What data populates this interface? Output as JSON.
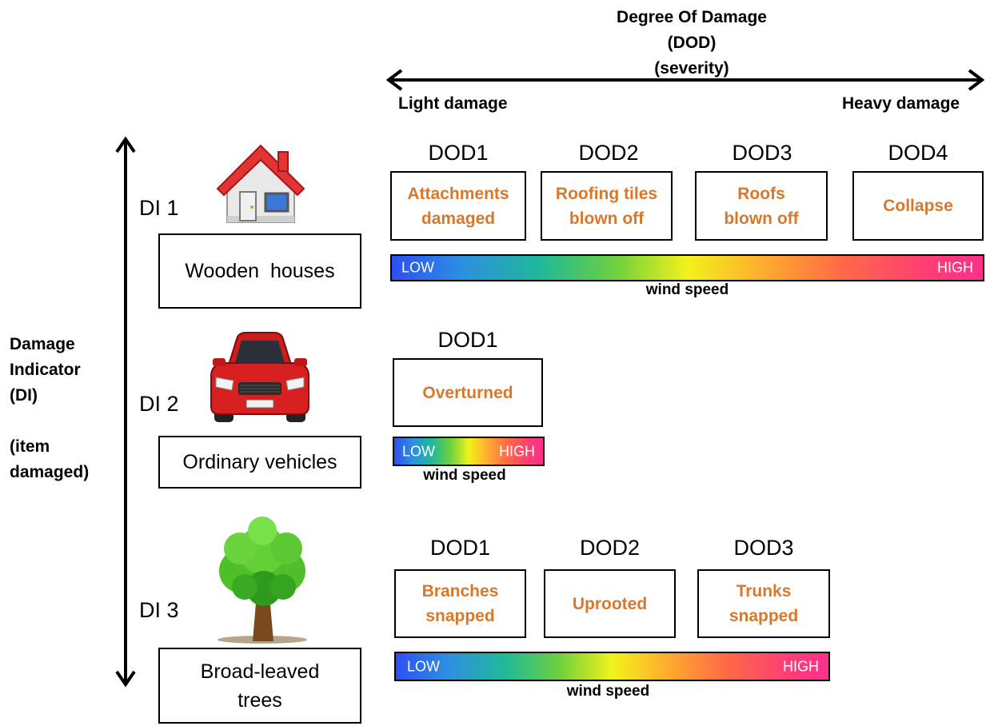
{
  "header": {
    "title_lines": [
      "Degree Of Damage",
      "(DOD)",
      "(severity)"
    ],
    "light_label": "Light damage",
    "heavy_label": "Heavy damage"
  },
  "axis": {
    "di_title_lines": [
      "Damage",
      "Indicator",
      "(DI)",
      "",
      "(item",
      "damaged)"
    ]
  },
  "rows": [
    {
      "di_label": "DI 1",
      "icon": "house-icon",
      "item_name": "Wooden  houses",
      "dods": [
        {
          "label": "DOD1",
          "desc": [
            "Attachments",
            "damaged"
          ]
        },
        {
          "label": "DOD2",
          "desc": [
            "Roofing tiles",
            "blown off"
          ]
        },
        {
          "label": "DOD3",
          "desc": [
            "Roofs",
            "blown off"
          ]
        },
        {
          "label": "DOD4",
          "desc": [
            "Collapse"
          ]
        }
      ],
      "bar": {
        "low": "LOW",
        "high": "HIGH",
        "caption": "wind speed"
      }
    },
    {
      "di_label": "DI 2",
      "icon": "car-icon",
      "item_name": "Ordinary vehicles",
      "dods": [
        {
          "label": "DOD1",
          "desc": [
            "Overturned"
          ]
        }
      ],
      "bar": {
        "low": "LOW",
        "high": "HIGH",
        "caption": "wind speed"
      }
    },
    {
      "di_label": "DI 3",
      "icon": "tree-icon",
      "item_name_lines": [
        "Broad-leaved",
        "trees"
      ],
      "dods": [
        {
          "label": "DOD1",
          "desc": [
            "Branches",
            "snapped"
          ]
        },
        {
          "label": "DOD2",
          "desc": [
            "Uprooted"
          ]
        },
        {
          "label": "DOD3",
          "desc": [
            "Trunks",
            "snapped"
          ]
        }
      ],
      "bar": {
        "low": "LOW",
        "high": "HIGH",
        "caption": "wind speed"
      }
    }
  ],
  "colors": {
    "dod_text": "#d9782a",
    "gradient": [
      "#2d4ff5",
      "#1fb89a",
      "#6fd13d",
      "#f2f21a",
      "#ffb02e",
      "#ff6a45",
      "#ff2f8c"
    ]
  }
}
